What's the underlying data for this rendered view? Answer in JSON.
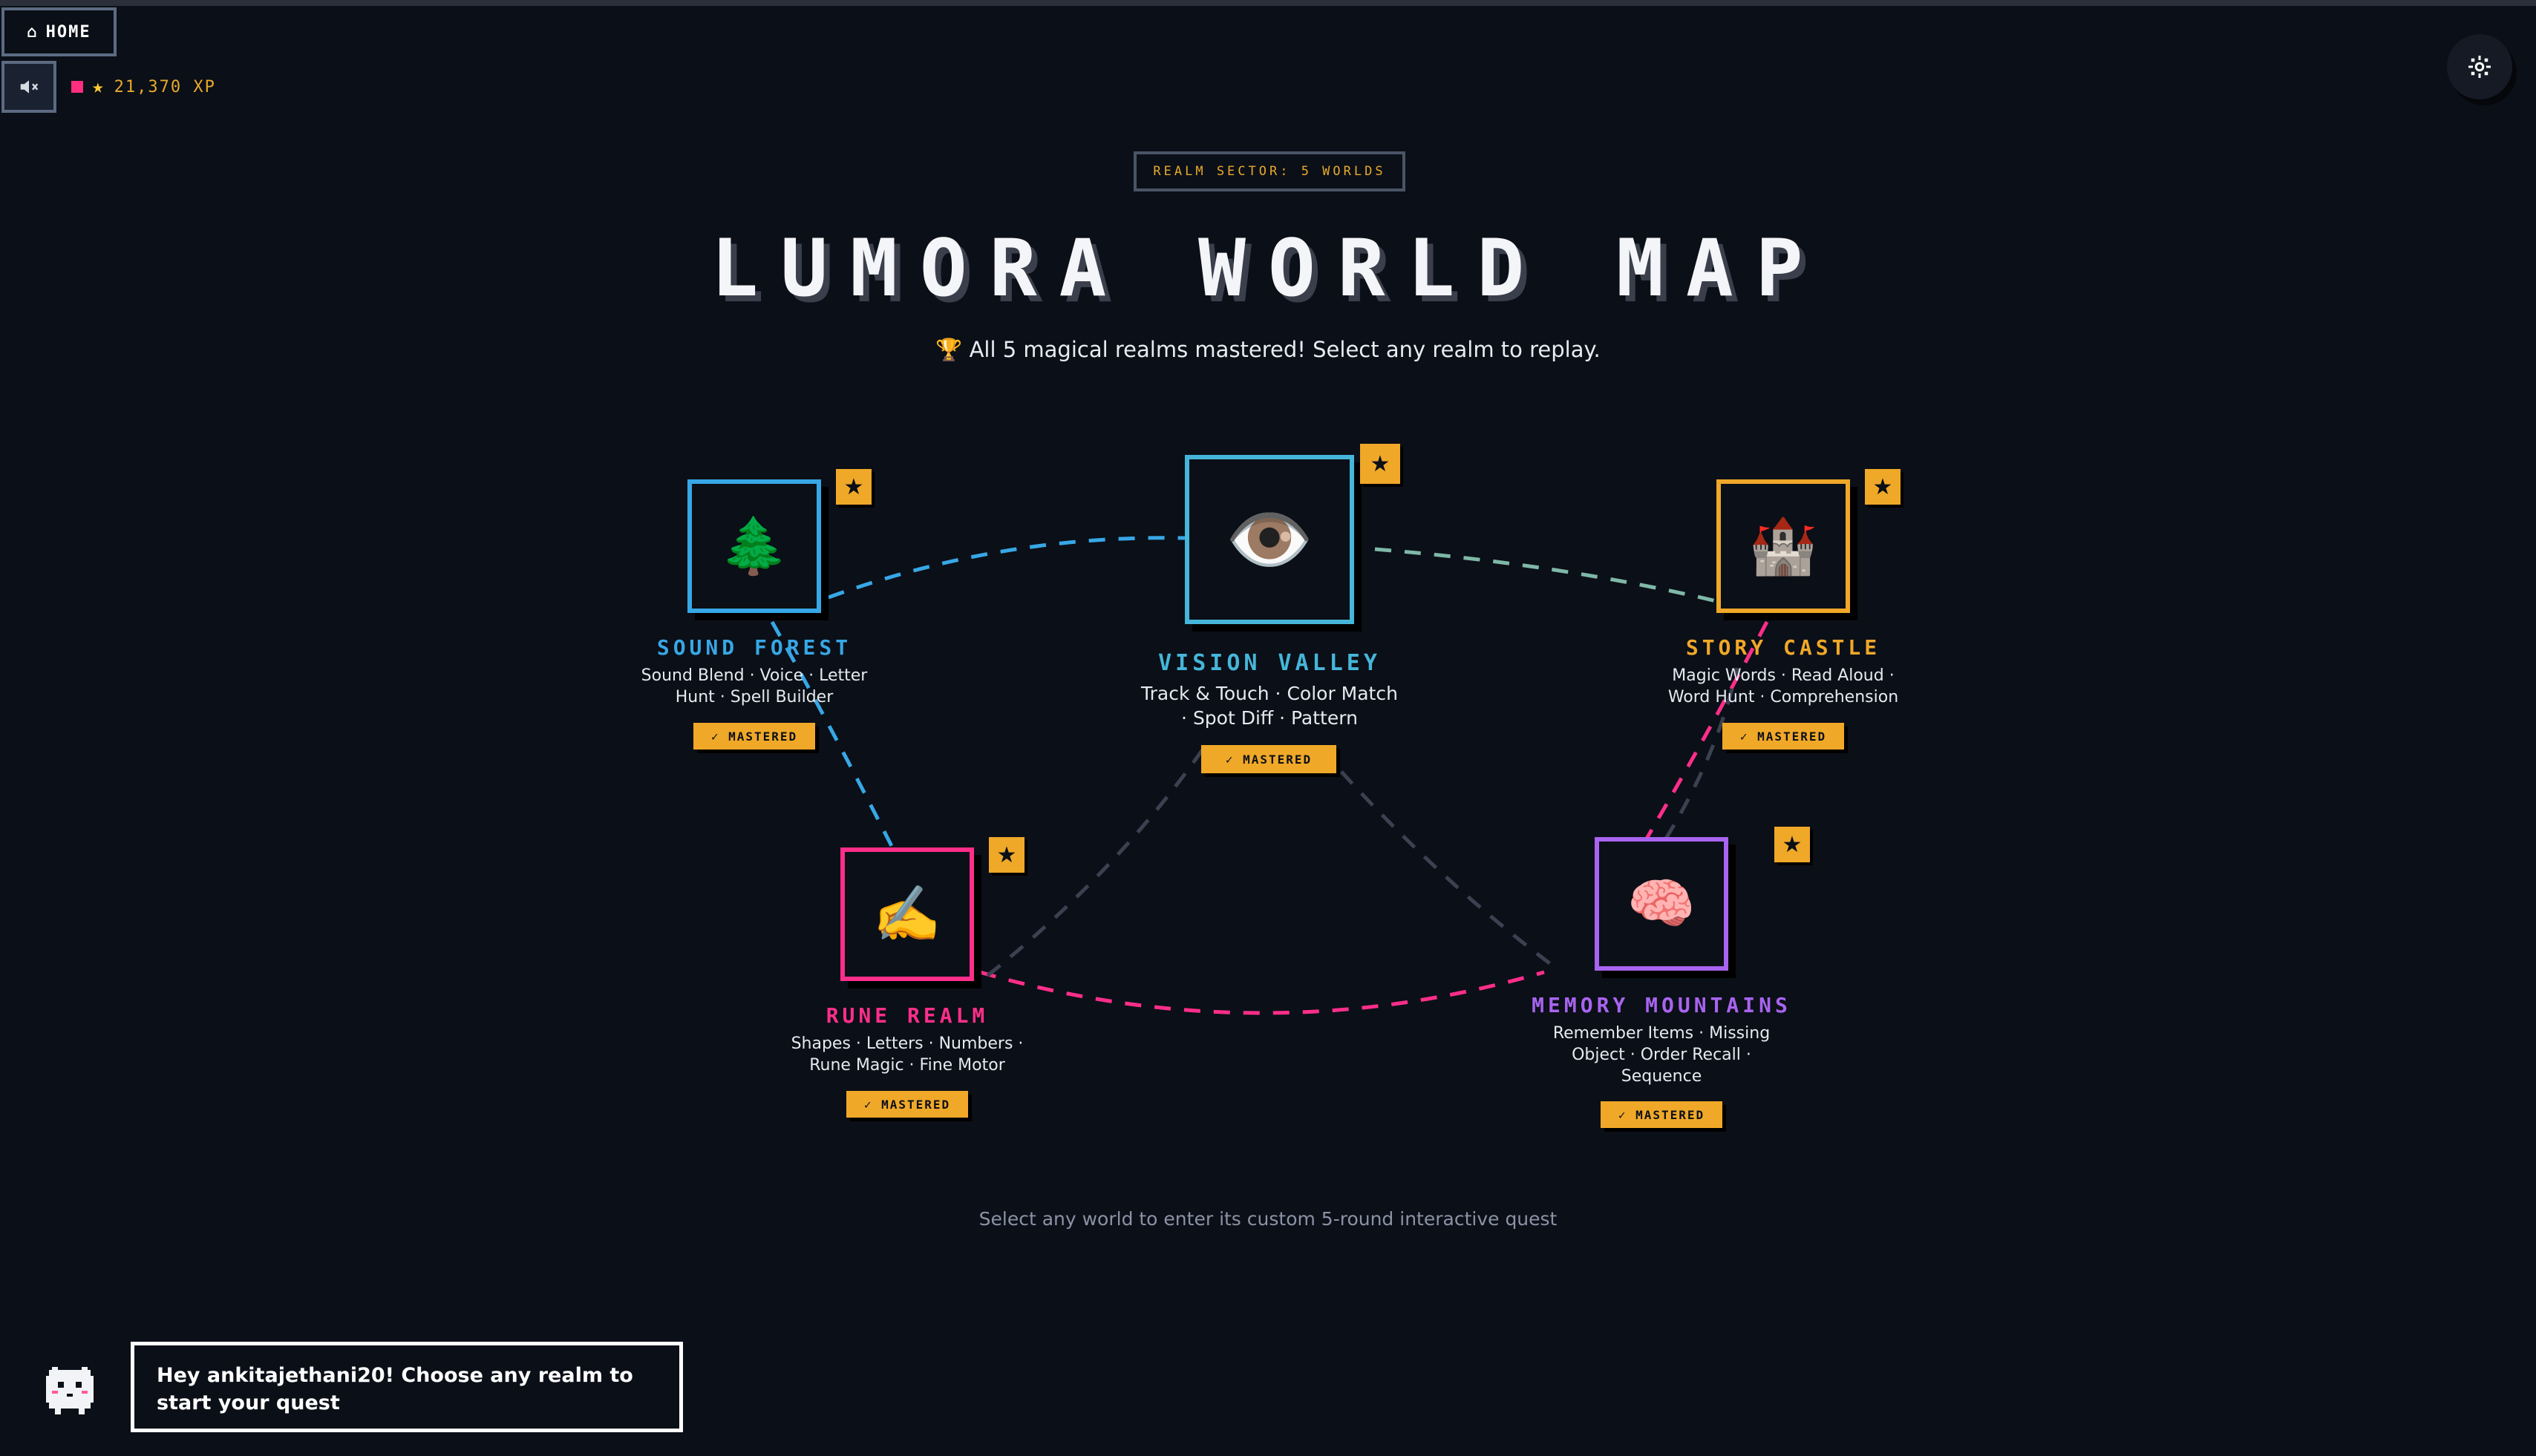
{
  "nav": {
    "home_icon": "⌂",
    "home_label": "HOME",
    "sound_icon": "speaker-muted-icon",
    "xp": "21,370 XP",
    "settings_icon": "gear-icon"
  },
  "header": {
    "sector_tag": "REALM SECTOR: 5 WORLDS",
    "title": "LUMORA WORLD MAP",
    "subtitle": "🏆 All 5 magical realms mastered! Select any realm to replay."
  },
  "realms": [
    {
      "name": "SOUND FOREST",
      "emoji": "🌲",
      "color": "#37a7e6",
      "desc_1": "Sound Blend · Voice · Letter",
      "desc_2": "Hunt · Spell Builder",
      "desc_3": "",
      "status": "✓ MASTERED"
    },
    {
      "name": "VISION VALLEY",
      "emoji": "👁️",
      "color": "#45b6d9",
      "desc_1": "Track & Touch · Color Match",
      "desc_2": "· Spot Diff · Pattern",
      "desc_3": "",
      "status": "✓ MASTERED"
    },
    {
      "name": "STORY CASTLE",
      "emoji": "🏰",
      "color": "#f0a828",
      "desc_1": "Magic Words · Read Aloud ·",
      "desc_2": "Word Hunt · Comprehension",
      "desc_3": "",
      "status": "✓ MASTERED"
    },
    {
      "name": "RUNE REALM",
      "emoji": "✍️",
      "color": "#ff2e8a",
      "desc_1": "Shapes · Letters · Numbers ·",
      "desc_2": "Rune Magic · Fine Motor",
      "desc_3": "",
      "status": "✓ MASTERED"
    },
    {
      "name": "MEMORY MOUNTAINS",
      "emoji": "🧠",
      "color": "#a864f0",
      "desc_1": "Remember Items · Missing",
      "desc_2": "Object · Order Recall ·",
      "desc_3": "Sequence",
      "status": "✓ MASTERED"
    }
  ],
  "footer": {
    "hint": "Select any world to enter its custom 5-round interactive quest"
  },
  "assistant": {
    "message": "Hey ankitajethani20! Choose any realm to start your quest"
  },
  "colors": {
    "background": "#0b0f17",
    "gold": "#f0a828",
    "path_muted": "#3b4150"
  }
}
